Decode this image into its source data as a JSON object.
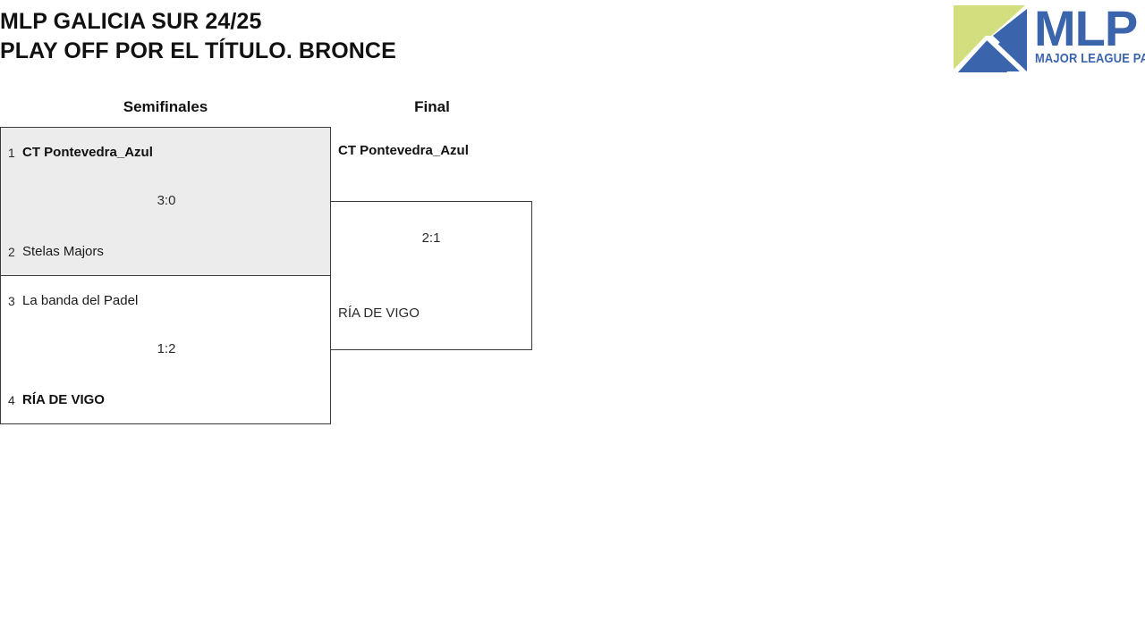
{
  "header": {
    "title_line_1": "MLP GALICIA SUR 24/25",
    "title_line_2": "PLAY OFF POR EL TÍTULO. BRONCE"
  },
  "logo": {
    "wordmark": "MLP",
    "tagline": "MAJOR LEAGUE PADEL",
    "mark_icon": "mlp-triangle-mark-icon",
    "colors": {
      "blue": "#3a64ac",
      "green": "#d3df7e"
    }
  },
  "bracket": {
    "rounds": [
      {
        "label": "Semifinales"
      },
      {
        "label": "Final"
      }
    ],
    "semifinals": [
      {
        "top": {
          "seed": "1",
          "team": "CT Pontevedra_Azul",
          "winner": true
        },
        "bottom": {
          "seed": "2",
          "team": "Stelas Majors",
          "winner": false
        },
        "score": "3:0",
        "highlighted": true
      },
      {
        "top": {
          "seed": "3",
          "team": "La banda del Padel",
          "winner": false
        },
        "bottom": {
          "seed": "4",
          "team": "RÍA DE VIGO",
          "winner": true
        },
        "score": "1:2",
        "highlighted": false
      }
    ],
    "final": {
      "top": {
        "team": "CT Pontevedra_Azul",
        "winner": true
      },
      "bottom": {
        "team": "RÍA DE VIGO",
        "winner": false
      },
      "score": "2:1"
    }
  },
  "theme": {
    "highlight_background": "#ececec",
    "border_color": "#3a3a3a",
    "text_color": "#1a1a1a"
  }
}
